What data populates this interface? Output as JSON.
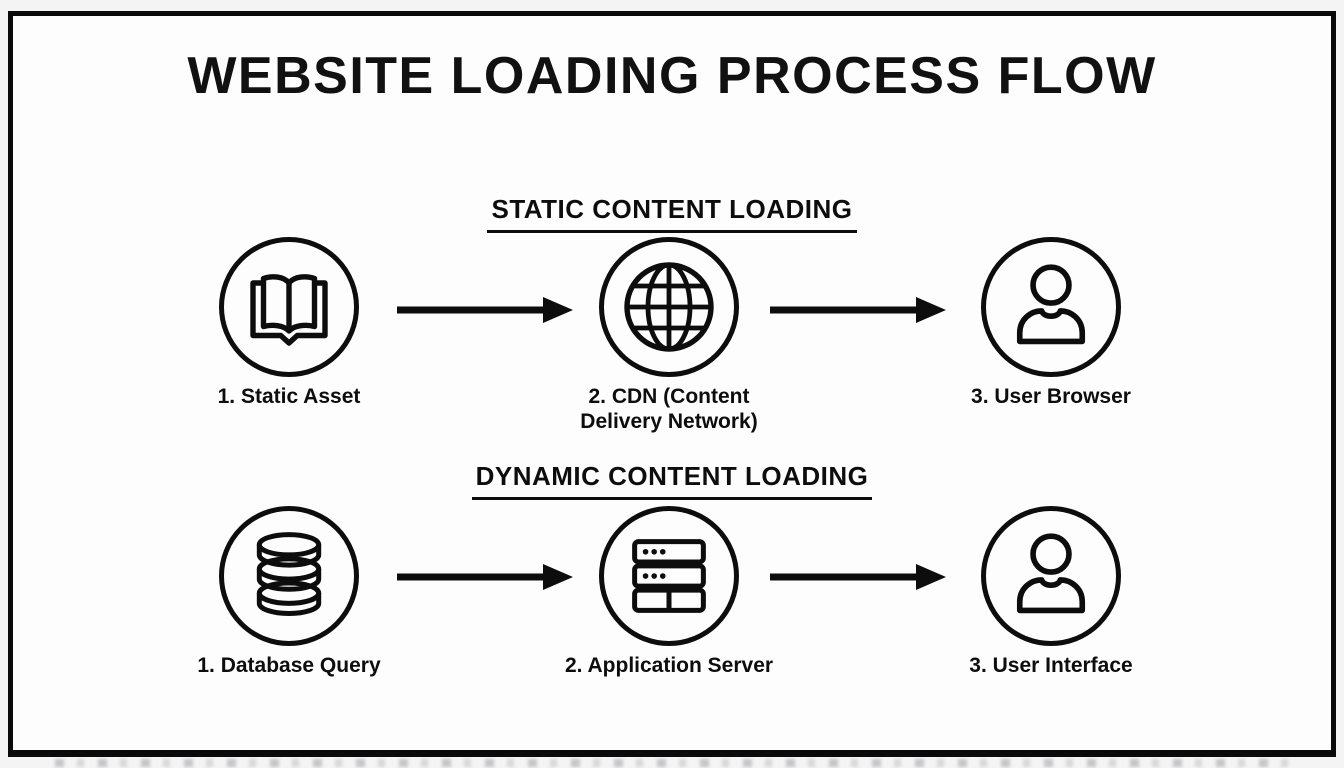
{
  "title": "WEBSITE LOADING PROCESS FLOW",
  "sections": [
    {
      "header": "STATIC CONTENT LOADING",
      "steps": [
        {
          "icon": "book-icon",
          "label": "1. Static Asset"
        },
        {
          "icon": "globe-icon",
          "label": "2. CDN (Content Delivery Network)"
        },
        {
          "icon": "person-icon",
          "label": "3. User Browser"
        }
      ]
    },
    {
      "header": "DYNAMIC CONTENT LOADING",
      "steps": [
        {
          "icon": "database-icon",
          "label": "1. Database Query"
        },
        {
          "icon": "server-icon",
          "label": "2. Application Server"
        },
        {
          "icon": "person-icon",
          "label": "3. User Interface"
        }
      ]
    }
  ],
  "colors": {
    "ink": "#0d0d0d",
    "frame_border": "#0a0a0a",
    "canvas": "#fdfdfd",
    "page_background": "#f4f4f5"
  }
}
